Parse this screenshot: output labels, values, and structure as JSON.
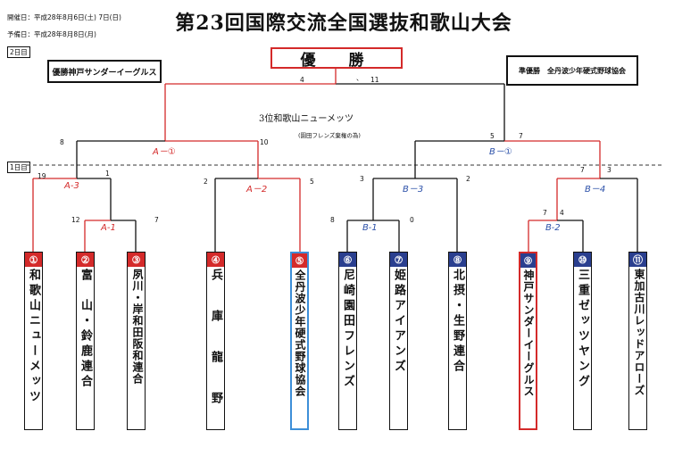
{
  "title": "第23回国際交流全国選抜和歌山大会",
  "dates": {
    "held": "開催日：平成28年8月6日(土) 7日(日)",
    "reserve": "予備日：平成28年8月8日(月)"
  },
  "day_labels": {
    "day2": "2日目",
    "day1": "1日目"
  },
  "champion": {
    "header": "優　勝",
    "winner_box": "優勝神戸サンダーイーグルス",
    "runner_up_box": "準優勝　全丹波少年硬式野球協会"
  },
  "third_place": {
    "text": "3位和歌山ニューメッツ",
    "note": "(園田フレンズ棄権の為)"
  },
  "matches": {
    "final": {
      "left": "4",
      "right": "11",
      "mark": "、"
    },
    "A1": {
      "label": "A－①",
      "left": "8",
      "right": "10"
    },
    "B1": {
      "label": "B－①",
      "left": "5",
      "right": "7"
    },
    "A3": {
      "label": "A-3",
      "left": "19",
      "right": "1"
    },
    "A2": {
      "label": "A－2",
      "left": "2",
      "right": "5"
    },
    "B3": {
      "label": "B－3",
      "left": "3",
      "right": "2"
    },
    "B4": {
      "label": "B－4",
      "left": "7",
      "right": "3"
    },
    "A_1": {
      "label": "A-1",
      "left": "12",
      "right": "7"
    },
    "B_1": {
      "label": "B-1",
      "left": "8",
      "right": "0"
    },
    "B_2": {
      "label": "B-2",
      "left": "7",
      "right": "4"
    }
  },
  "teams": [
    {
      "no": "①",
      "name": "和歌山ニューメッツ",
      "color": "red"
    },
    {
      "no": "②",
      "name": "富　山・鈴鹿連合",
      "color": "red"
    },
    {
      "no": "③",
      "name": "夙川・岸和田阪和連合",
      "color": "red"
    },
    {
      "no": "④",
      "name": "兵　庫　龍　野",
      "color": "red"
    },
    {
      "no": "⑤",
      "name": "全丹波少年硬式野球協会",
      "color": "red"
    },
    {
      "no": "⑥",
      "name": "尼崎園田フレンズ",
      "color": "blue"
    },
    {
      "no": "⑦",
      "name": "姫路アイアンズ",
      "color": "blue"
    },
    {
      "no": "⑧",
      "name": "北摂・生野連合",
      "color": "blue"
    },
    {
      "no": "⑨",
      "name": "神戸サンダーイーグルス",
      "color": "blue"
    },
    {
      "no": "⑩",
      "name": "三重ゼッツヤング",
      "color": "blue"
    },
    {
      "no": "⑪",
      "name": "東加古川レッドアローズ",
      "color": "blue"
    }
  ],
  "colors": {
    "win_line": "#d42a2a",
    "lose_line": "#111111",
    "a_label": "#d42a2a",
    "b_label": "#2a4fa8"
  }
}
